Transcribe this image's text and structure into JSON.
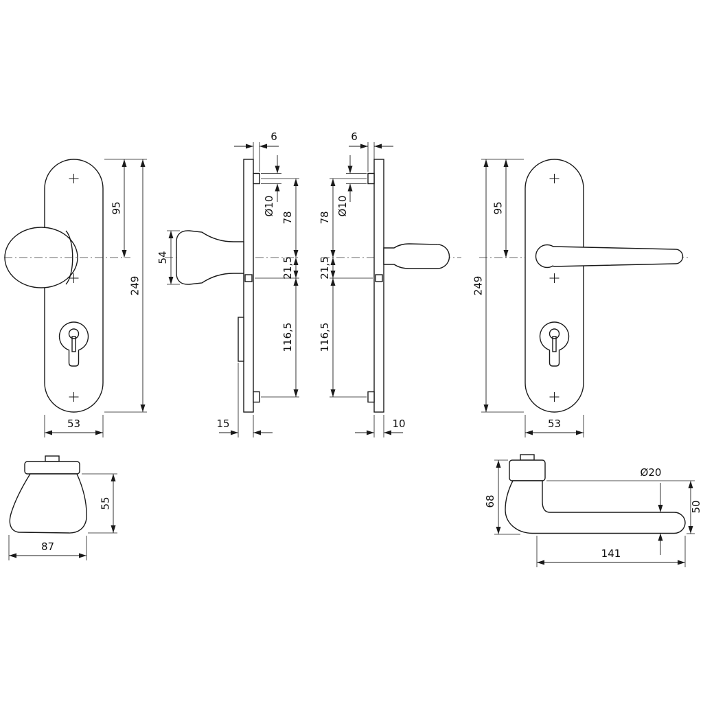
{
  "colors": {
    "line": "#1a1a1a",
    "background": "#ffffff"
  },
  "views": {
    "knob_front": {
      "dim_height_top": "95",
      "dim_height_total": "249",
      "dim_width": "53"
    },
    "knob_side": {
      "dim_screw_offset": "6",
      "dim_knob_height": "54",
      "dim_screw_hole": "Ø10",
      "dim_screw_to_center": "78",
      "dim_center_to_fix": "21,5",
      "dim_fix_to_screw": "116,5",
      "dim_depth": "15"
    },
    "lever_side": {
      "dim_screw_offset": "6",
      "dim_screw_hole": "Ø10",
      "dim_screw_to_center": "78",
      "dim_center_to_fix": "21,5",
      "dim_fix_to_screw": "116,5",
      "dim_depth": "10"
    },
    "lever_front": {
      "dim_height_top": "95",
      "dim_height_total": "249",
      "dim_width": "53"
    },
    "knob_profile": {
      "dim_width": "87",
      "dim_height": "55"
    },
    "lever_top": {
      "dim_grip_dia": "Ø20",
      "dim_height_total": "68",
      "dim_height_grip": "50",
      "dim_length": "141"
    }
  }
}
